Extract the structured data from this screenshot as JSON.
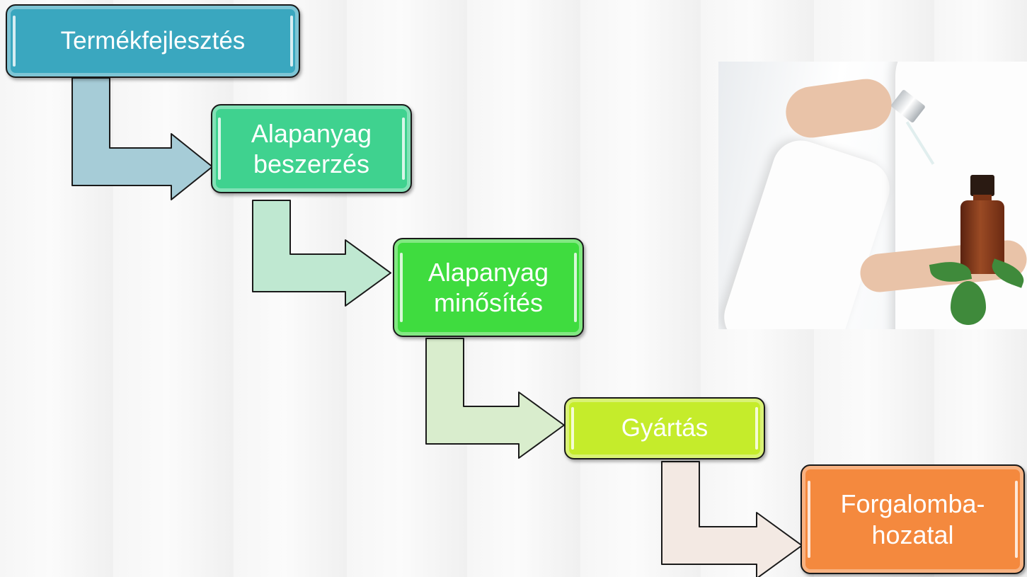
{
  "steps": [
    {
      "label": "Termékfejlesztés",
      "color": "#3aa7bf"
    },
    {
      "label": "Alapanyag\nbeszerzés",
      "color": "#3fd28f"
    },
    {
      "label": "Alapanyag\nminősítés",
      "color": "#3fdc3f"
    },
    {
      "label": "Gyártás",
      "color": "#c5ec2b"
    },
    {
      "label": "Forgalomba-\nhozatal",
      "color": "#f4893e"
    }
  ],
  "connectors": [
    {
      "fill": "#a6ccd7"
    },
    {
      "fill": "#bfe8d1"
    },
    {
      "fill": "#d9edcd"
    },
    {
      "fill": "#f3e9e3"
    }
  ],
  "photo": {
    "subject": "hands holding dropper bottle with leaves"
  }
}
